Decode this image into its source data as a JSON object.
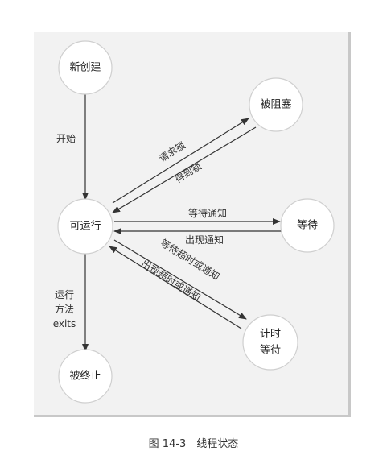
{
  "states": {
    "new": "新创建",
    "blocked": "被阻塞",
    "runnable": "可运行",
    "waiting": "等待",
    "timed_waiting_line1": "计时",
    "timed_waiting_line2": "等待",
    "terminated": "被终止"
  },
  "edges": {
    "start": "开始",
    "request_lock": "请求锁",
    "acquire_lock": "得到锁",
    "wait_notify": "等待通知",
    "notify_appears": "出现通知",
    "wait_timeout_notify": "等待超时或通知",
    "timeout_notify_appears": "出现超时或通知",
    "run_method_exits_line1": "运行",
    "run_method_exits_line2": "方法",
    "run_method_exits_line3": "exits"
  },
  "caption": "图 14-3　线程状态",
  "colors": {
    "panel_background": "#f2f2f2",
    "state_fill": "#ffffff",
    "line": "#333333"
  }
}
